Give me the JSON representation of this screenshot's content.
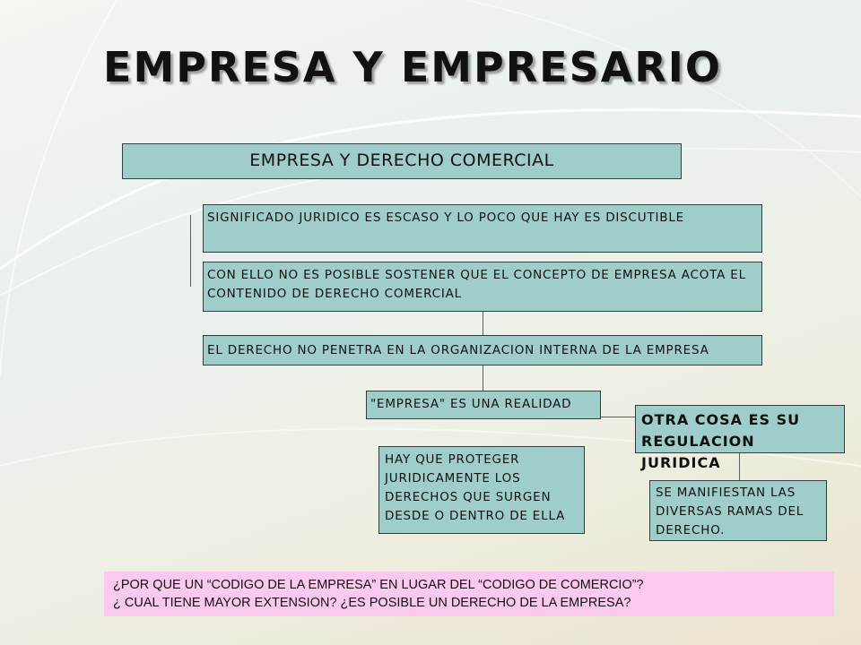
{
  "title": "EMPRESA Y EMPRESARIO",
  "header_box": "EMPRESA Y DERECHO COMERCIAL",
  "boxes": [
    "SIGNIFICADO JURIDICO ES ESCASO Y LO POCO QUE HAY ES DISCUTIBLE",
    "CON ELLO NO ES POSIBLE SOSTENER QUE EL CONCEPTO DE EMPRESA ACOTA EL CONTENIDO DE DERECHO COMERCIAL",
    "EL DERECHO NO PENETRA EN LA ORGANIZACION INTERNA DE LA EMPRESA",
    "\"EMPRESA\" ES UNA REALIDAD",
    "HAY QUE PROTEGER JURIDICAMENTE LOS DERECHOS QUE SURGEN DESDE O DENTRO DE ELLA",
    "OTRA COSA ES SU REGULACION JURIDICA",
    "SE MANIFIESTAN LAS DIVERSAS RAMAS DEL DERECHO."
  ],
  "question_lines": [
    "¿POR QUE UN “CODIGO DE LA EMPRESA” EN LUGAR DEL “CODIGO DE COMERCIO”?",
    "¿ CUAL TIENE MAYOR EXTENSION? ¿ES POSIBLE UN DERECHO DE LA EMPRESA?"
  ],
  "colors": {
    "box_fill": "#9fcdca",
    "question_fill": "#fbc9f0"
  }
}
